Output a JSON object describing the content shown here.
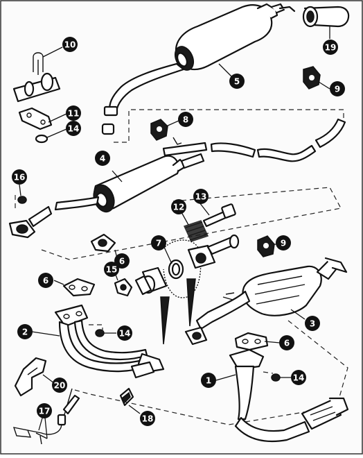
{
  "callouts": [
    {
      "label": "10"
    },
    {
      "label": "19"
    },
    {
      "label": "5"
    },
    {
      "label": "9"
    },
    {
      "label": "11"
    },
    {
      "label": "14"
    },
    {
      "label": "8"
    },
    {
      "label": "4"
    },
    {
      "label": "16"
    },
    {
      "label": "13"
    },
    {
      "label": "12"
    },
    {
      "label": "7"
    },
    {
      "label": "9"
    },
    {
      "label": "6"
    },
    {
      "label": "15"
    },
    {
      "label": "6"
    },
    {
      "label": "3"
    },
    {
      "label": "2"
    },
    {
      "label": "14"
    },
    {
      "label": "6"
    },
    {
      "label": "1"
    },
    {
      "label": "14"
    },
    {
      "label": "20"
    },
    {
      "label": "18"
    },
    {
      "label": "17"
    }
  ]
}
